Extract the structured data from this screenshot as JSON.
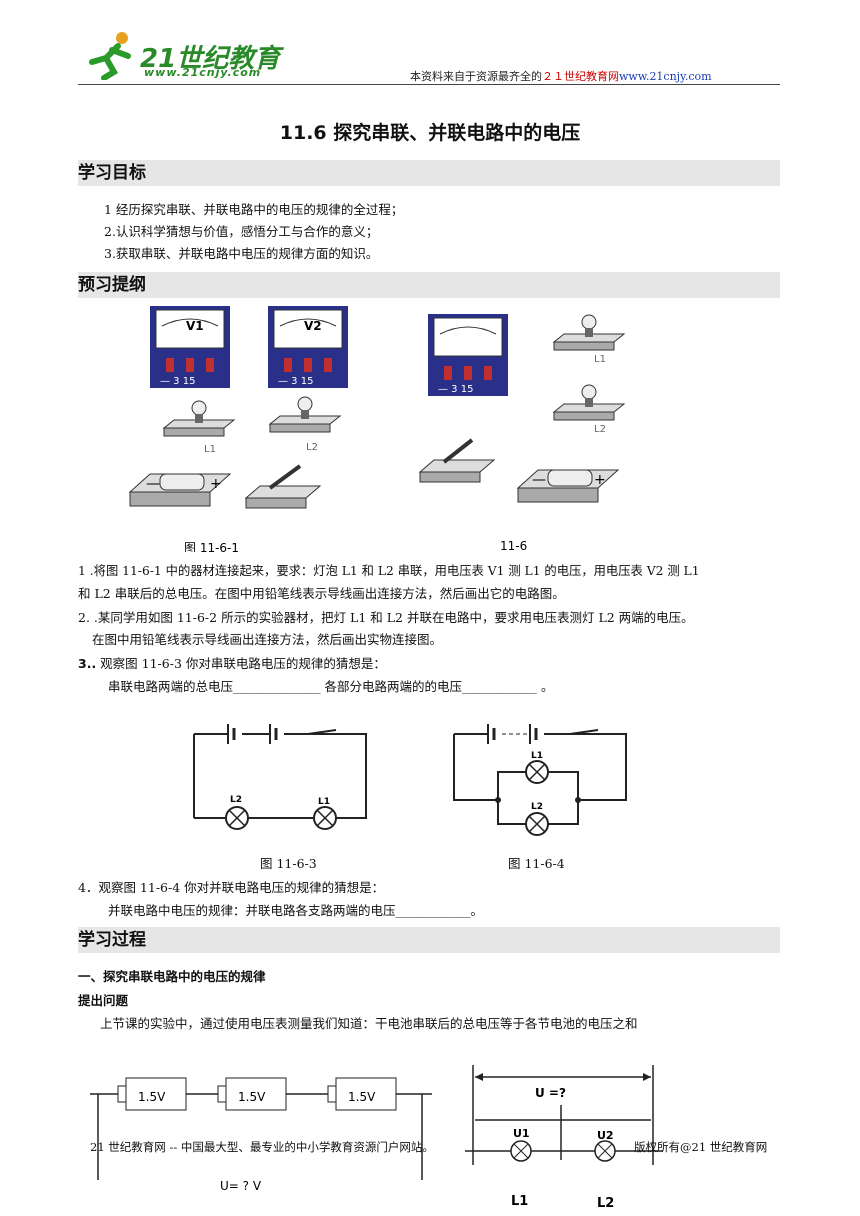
{
  "header": {
    "logo_text": "21世纪教育",
    "logo_url": "www.21cnjy.com",
    "note_prefix": "本资料来自于资源最齐全的",
    "note_red": "２１世纪教育网",
    "note_url": "www.21cnjy.com"
  },
  "title": "11.6  探究串联、并联电路中的电压",
  "sections": {
    "goals": "学习目标",
    "preview": "预习提纲",
    "process": "学习过程"
  },
  "goals": [
    "1 经历探究串联、并联电路中的电压的规律的全过程；",
    "2.认识科学猜想与价值，感悟分工与合作的意义；",
    "3.获取串联、并联电路中电压的规律方面的知识。"
  ],
  "figure_labels": {
    "v1": "V1",
    "v2": "V2",
    "l1": "L1",
    "l2": "L2",
    "cap1": "图 11-6-1",
    "cap2": "11-6",
    "cap3": "图 11-6-3",
    "cap4": "图 11-6-4"
  },
  "questions": {
    "q1a": "1 .将图 11-6-1 中的器材连接起来，要求：灯泡 L1 和 L2 串联，用电压表 V1 测 L1 的电压，用电压表 V2 测 L1",
    "q1b": "和 L2 串联后的总电压。在图中用铅笔线表示导线画出连接方法，然后画出它的电路图。",
    "q2a": "2. .某同学用如图 11-6-2 所示的实验器材，把灯 L1 和 L2 并联在电路中，要求用电压表测灯 L2 两端的电压。",
    "q2b": "在图中用铅笔线表示导线画出连接方法，然后画出实物连接图。",
    "q3_num": "3..",
    "q3a": " 观察图 11-6-3 你对串联电路电压的规律的猜想是：",
    "q3b": "串联电路两端的总电压______________ 各部分电路两端的的电压____________  。",
    "q4a": "4．观察图 11-6-4 你对并联电路电压的规律的猜想是：",
    "q4b": "并联电路中电压的规律：并联电路各支路两端的电压____________。"
  },
  "process": {
    "sub1": "一、探究串联电路中的电压的规律",
    "sub2": "提出问题",
    "para": "上节课的实验中，通过使用电压表测量我们知道：干电池串联后的总电压等于各节电池的电压之和",
    "battery_labels": [
      "1.5V",
      "1.5V",
      "1.5V"
    ],
    "total_label": "U=   ?   V",
    "u_label": "U =?",
    "u1": "U1",
    "u2": "U2"
  },
  "footer": {
    "left": "21 世纪教育网 -- 中国最大型、最专业的中小学教育资源门户网站。",
    "right": "版权所有@21 世纪教育网"
  }
}
